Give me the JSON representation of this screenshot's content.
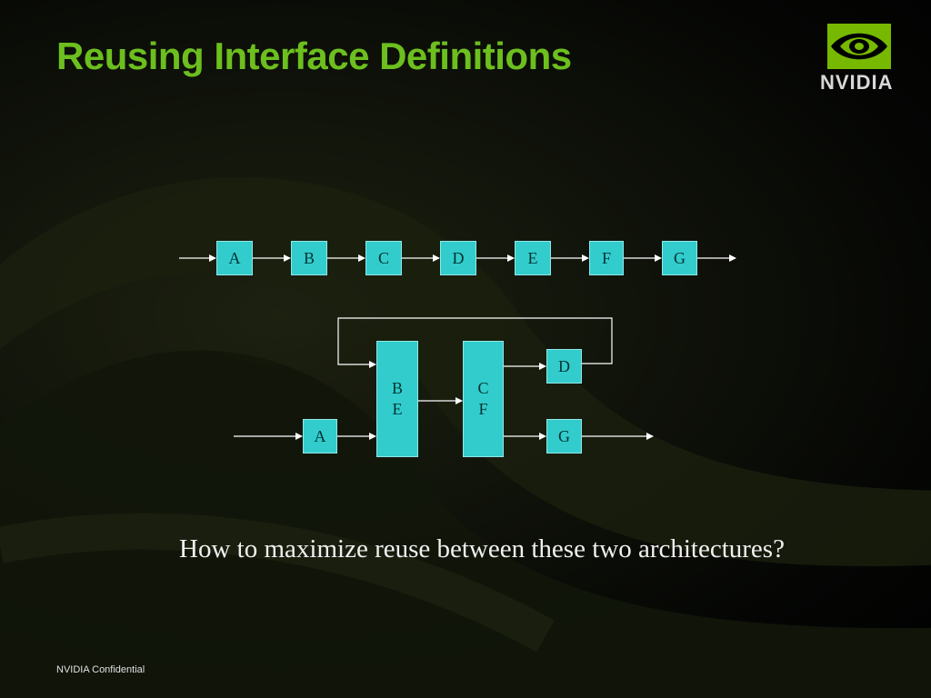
{
  "slide": {
    "title": "Reusing Interface Definitions",
    "logo_text": "NVIDIA",
    "logo_icon": "nvidia-eye-icon",
    "question": "How to maximize reuse between these two architectures?",
    "footer": "NVIDIA Confidential"
  },
  "colors": {
    "title": "#6cbf1e",
    "box_fill": "#33cccc",
    "arrow": "#ffffff",
    "background": "#000000"
  },
  "pipeline_linear": {
    "stages": [
      "A",
      "B",
      "C",
      "D",
      "E",
      "F",
      "G"
    ]
  },
  "pipeline_merged": {
    "input_stage": "A",
    "merged_1": [
      "B",
      "E"
    ],
    "merged_2": [
      "C",
      "F"
    ],
    "output_top": "D",
    "output_bottom": "G"
  }
}
